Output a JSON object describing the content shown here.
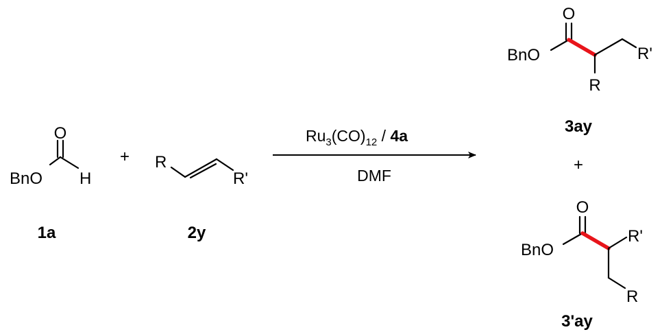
{
  "compound_1a": {
    "oxygen_top": "O",
    "ester_group": "BnO",
    "hydrogen": "H",
    "label": "1a"
  },
  "plus_1": "+",
  "compound_2y": {
    "substituent_left": "R",
    "substituent_right": "R'",
    "label": "2y"
  },
  "conditions": {
    "catalyst_ru": "Ru",
    "catalyst_sub3": "3",
    "catalyst_co": "(CO)",
    "catalyst_sub12": "12",
    "separator": " / ",
    "ligand": "4a",
    "solvent": "DMF"
  },
  "product_3ay": {
    "oxygen_top": "O",
    "ester_group": "BnO",
    "substituent_chain": "R'",
    "substituent_alpha": "R",
    "label": "3ay"
  },
  "plus_2": "+",
  "product_3prime_ay": {
    "oxygen_top": "O",
    "ester_group": "BnO",
    "substituent_alpha": "R'",
    "substituent_chain": "R",
    "label": "3'ay"
  },
  "colors": {
    "new_bond": "#e8141a",
    "bonds": "#000000"
  }
}
